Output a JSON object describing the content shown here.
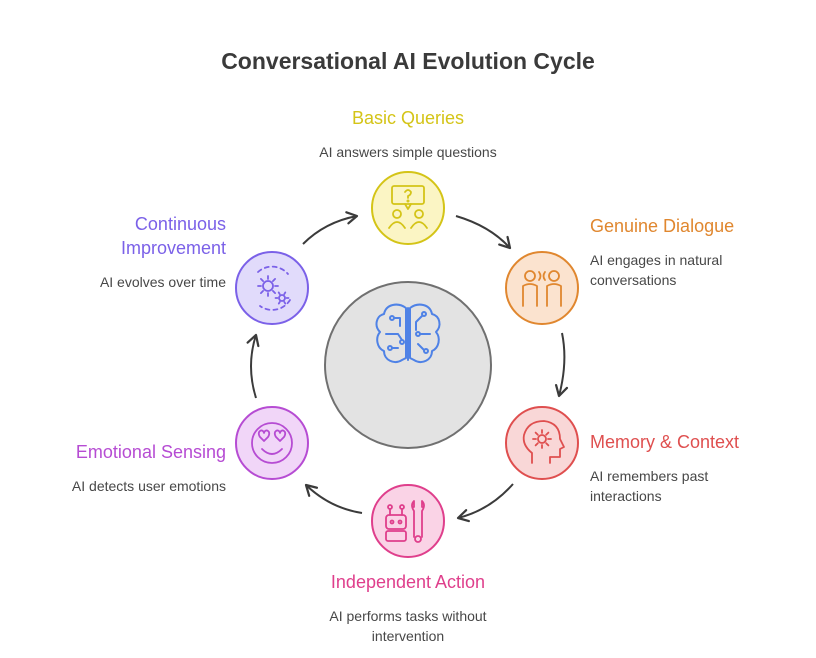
{
  "title": "Conversational AI Evolution Cycle",
  "steps": [
    {
      "label": "Basic Queries",
      "desc": "AI answers simple questions",
      "color": "#d4c417",
      "fill": "#fbf5c4",
      "icon": "question-bubble-people-icon"
    },
    {
      "label": "Genuine Dialogue",
      "desc": "AI engages in natural conversations",
      "color": "#e0872f",
      "fill": "#fbe3cf",
      "icon": "two-people-talking-icon"
    },
    {
      "label": "Memory & Context",
      "desc": "AI remembers past interactions",
      "color": "#df4f4f",
      "fill": "#f9d7d7",
      "icon": "head-gear-icon"
    },
    {
      "label": "Independent Action",
      "desc": "AI performs tasks without intervention",
      "color": "#df3f8c",
      "fill": "#fad3e6",
      "icon": "robot-wrench-icon"
    },
    {
      "label": "Emotional Sensing",
      "desc": "AI detects user emotions",
      "color": "#b64cd3",
      "fill": "#f1d6f8",
      "icon": "heart-eyes-smiley-icon"
    },
    {
      "label": "Continuous Improvement",
      "desc": "AI evolves over time",
      "color": "#7b61e8",
      "fill": "#e1dbfb",
      "icon": "cycle-gears-icon"
    }
  ],
  "center": {
    "icon": "brain-circuit-icon",
    "color": "#4f82e6"
  }
}
